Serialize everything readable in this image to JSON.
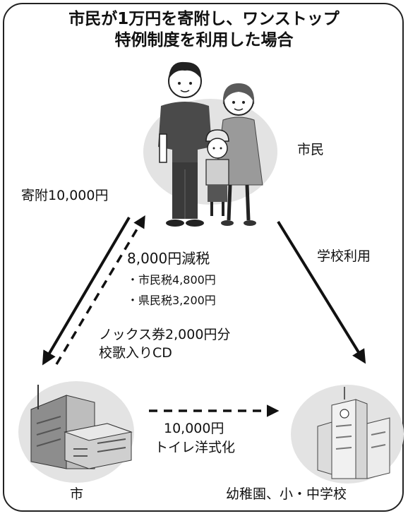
{
  "title": {
    "line1": "市民が1万円を寄附し、ワンストップ",
    "line2": "特例制度を利用した場合"
  },
  "nodes": {
    "citizen": "市民",
    "city": "市",
    "school": "幼稚園、小・中学校"
  },
  "flows": {
    "donation": "寄附10,000円",
    "school_use": "学校利用",
    "tax_reduction": {
      "total": "8,000円減税",
      "items": [
        "・市民税4,800円",
        "・県民税3,200円"
      ]
    },
    "gifts": {
      "line1": "ノックス券2,000円分",
      "line2": "校歌入りCD"
    },
    "school_funding": {
      "amount": "10,000円",
      "purpose": "トイレ洋式化"
    }
  }
}
